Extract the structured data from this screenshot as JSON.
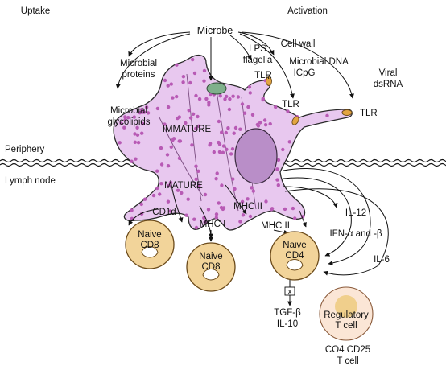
{
  "headers": {
    "uptake": "Uptake",
    "activation": "Activation"
  },
  "regions": {
    "periphery": "Periphery",
    "lymph_node": "Lymph node"
  },
  "labels": {
    "microbe": "Microbe",
    "microbial_proteins_1": "Microbial",
    "microbial_proteins_2": "proteins",
    "microbial_glycolipids_1": "Microbial",
    "microbial_glycolipids_2": "glycolipids",
    "lps_1": "LPS",
    "lps_2": "flagella",
    "cell_wall": "Cell wall",
    "microbial_dna_1": "Microbial DNA",
    "microbial_dna_2": "ICpG",
    "viral_1": "Viral",
    "viral_2": "dsRNA",
    "tlr_1": "TLR",
    "tlr_2": "TLR",
    "tlr_3": "TLR",
    "immature": "IMMATURE",
    "mature": "MATURE",
    "cd1d": "CD1d",
    "mhc_i": "MHC I",
    "mhc_ii_1": "MHC II",
    "mhc_ii_2": "MHC II",
    "il_12": "IL-12",
    "ifn": "IFN-α and -β",
    "il_6": "IL-6",
    "block": "x",
    "tgf": "TGF-β",
    "il_10": "IL-10",
    "cd4cd25_1": "CO4 CD25",
    "cd4cd25_2": "T cell"
  },
  "cells": {
    "naive_cd8_a": {
      "line1": "Naive",
      "line2": "CD8"
    },
    "naive_cd8_b": {
      "line1": "Naive",
      "line2": "CD8"
    },
    "naive_cd4": {
      "line1": "Naive",
      "line2": "CD4"
    },
    "regulatory": {
      "line1": "Regulatory",
      "line2": "T cell"
    }
  },
  "colors": {
    "dc_fill": "#e8c8ef",
    "dc_dots": "#b85ab5",
    "nucleus": "#b98ec8",
    "tcell": "#f2d49a",
    "tcell_stroke": "#6b4a1a",
    "treg_fill": "#fbe6d6",
    "treg_core": "#f0cf8c",
    "tlr": "#e3a541",
    "microbe": "#7fb08b"
  }
}
